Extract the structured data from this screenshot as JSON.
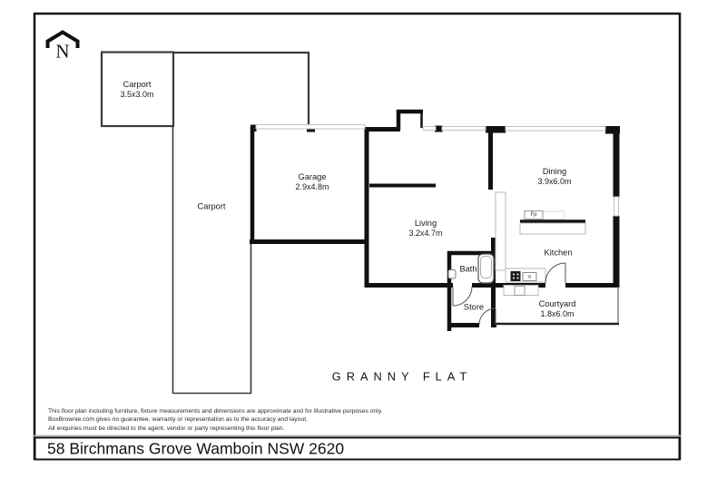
{
  "page": {
    "north_label": "N",
    "plan_title": "GRANNY FLAT",
    "address": "58 Birchmans Grove Wamboin NSW 2620",
    "disclaimer_lines": [
      "This floor plan including furniture, fixture measurements and dimensions are approximate and for illustrative purposes only.",
      "BoxBrownie.com gives no guarantee, warranty or representation as to the accuracy and layout.",
      "All enquiries must be directed to the agent, vendor or party representing this floor plan."
    ]
  },
  "rooms": {
    "carport_upper": {
      "name": "Carport",
      "dims": "3.5x3.0m"
    },
    "carport_strip": {
      "name": "Carport"
    },
    "garage": {
      "name": "Garage",
      "dims": "2.9x4.8m"
    },
    "living": {
      "name": "Living",
      "dims": "3.2x4.7m"
    },
    "dining": {
      "name": "Dining",
      "dims": "3.9x6.0m"
    },
    "kitchen": {
      "name": "Kitchen"
    },
    "bath": {
      "name": "Bath"
    },
    "store": {
      "name": "Store"
    },
    "courtyard": {
      "name": "Courtyard",
      "dims": "1.8x6.0m"
    },
    "fireplace": {
      "label": "Fp"
    }
  },
  "colors": {
    "wall": "#111111",
    "carport_line": "#3a3a3a",
    "window_line": "#c2c2c2",
    "fixture_line": "#b8b8b8",
    "frame": "#151515",
    "text": "#1a1a1a"
  }
}
